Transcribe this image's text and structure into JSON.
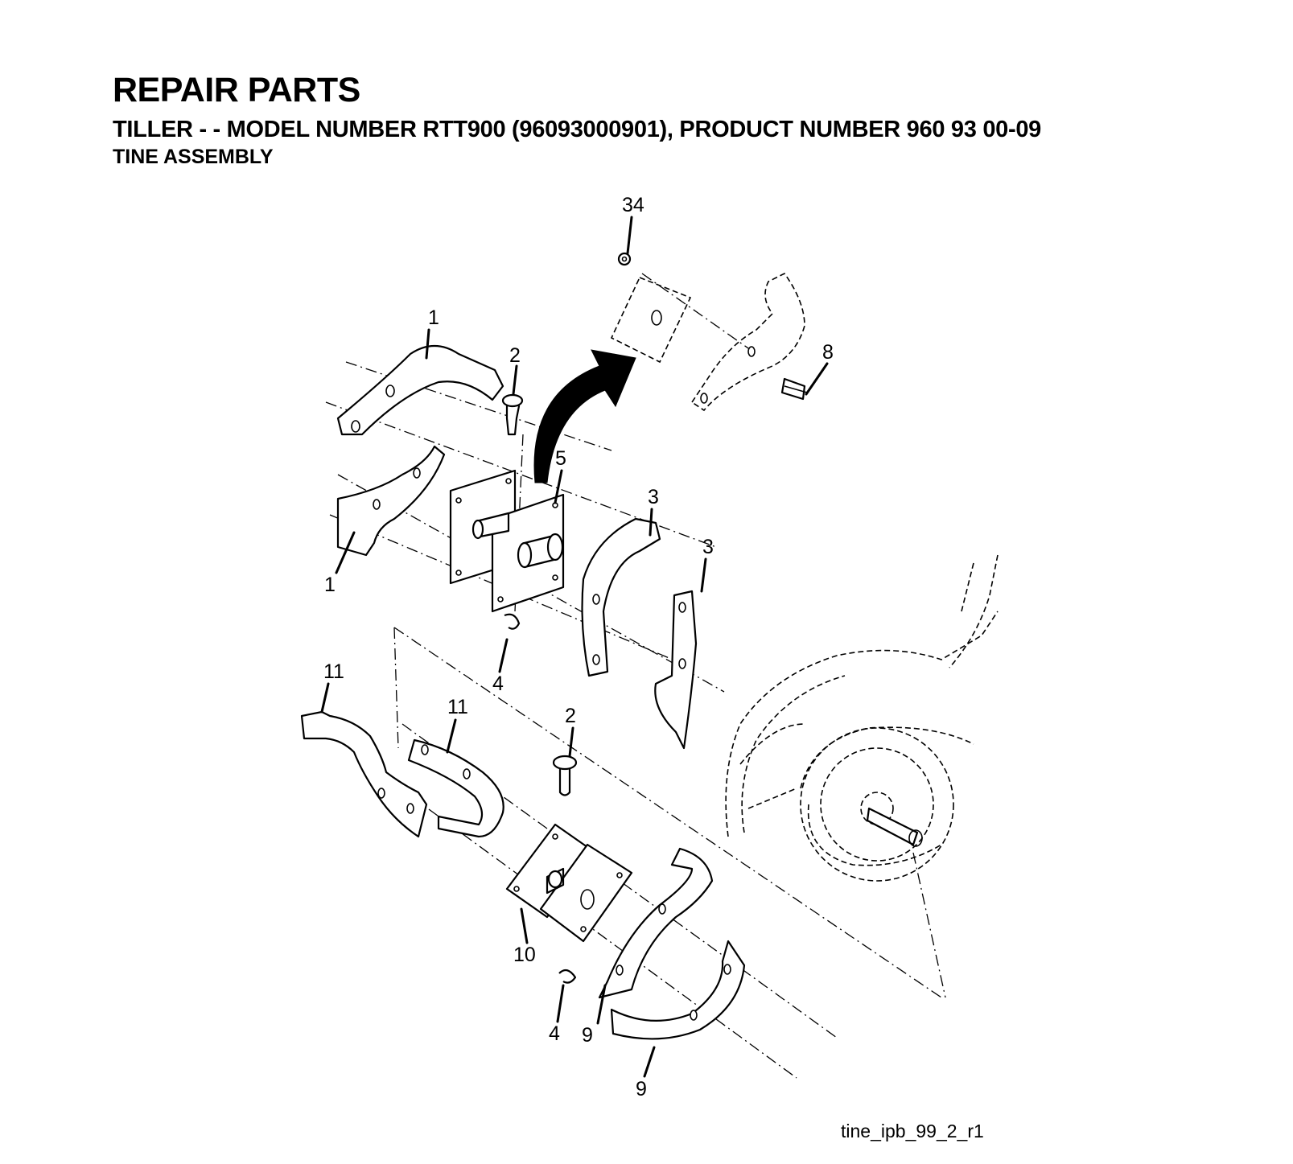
{
  "header": {
    "title": "REPAIR PARTS",
    "subtitle": "TILLER - - MODEL NUMBER RTT900 (96093000901), PRODUCT NUMBER 960 93 00-09",
    "section": "TINE ASSEMBLY"
  },
  "callouts": {
    "c34": "34",
    "c1_top": "1",
    "c2_top": "2",
    "c8": "8",
    "c5": "5",
    "c3_left": "3",
    "c3_right": "3",
    "c1_bottom": "1",
    "c4_top": "4",
    "c11_left": "11",
    "c11_right": "11",
    "c2_bottom": "2",
    "c10": "10",
    "c4_bottom": "4",
    "c9_left": "9",
    "c9_bottom": "9"
  },
  "footer": {
    "figure_id": "tine_ipb_99_2_r1"
  }
}
